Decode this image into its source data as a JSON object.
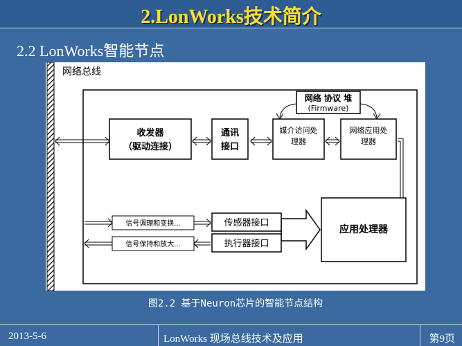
{
  "header": {
    "title": "2.LonWorks技术简介"
  },
  "section": {
    "subtitle": "2.2  LonWorks智能节点"
  },
  "diagram": {
    "bus_label": "网络总线",
    "transceiver_line1": "收发器",
    "transceiver_line2": "（驱动连接）",
    "comm_line1": "通讯",
    "comm_line2": "接口",
    "stack_line1": "网络 协议 堆",
    "stack_line2": "(Firmware)",
    "media_line1": "媒介访问处",
    "media_line2": "理器",
    "netapp_line1": "网络应用处",
    "netapp_line2": "理器",
    "app_processor": "应用处理器",
    "sensor_interface": "传感器接口",
    "actuator_interface": "执行器接口",
    "signal_in": "信号调理和变换...",
    "signal_out": "信号保持和放大...",
    "caption": "图2.2  基于Neuron芯片的智能节点结构"
  },
  "footer": {
    "date": "2013-5-6",
    "course": "LonWorks 现场总线技术及应用",
    "page": "第9页"
  },
  "colors": {
    "background": "#3a6aa0",
    "title": "#ffdd33",
    "text": "#ffffff"
  }
}
